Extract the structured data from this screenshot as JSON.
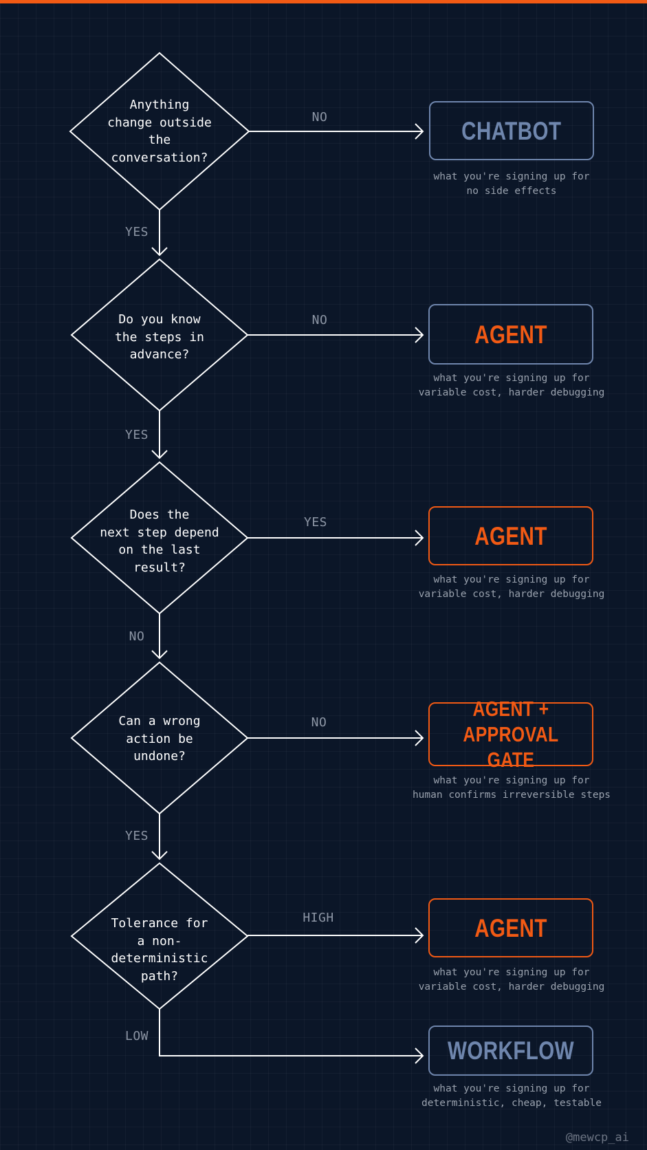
{
  "colors": {
    "background": "#0b1628",
    "accent": "#f25a14",
    "muted_box": "#6f86ad",
    "line": "#ffffff"
  },
  "questions": [
    "Anything\nchange outside\nthe\nconversation?",
    "Do you know\nthe steps in\nadvance?",
    "Does the\nnext step depend\non the last\nresult?",
    "Can a wrong\naction be\nundone?",
    "Tolerance for\na non-deterministic\npath?"
  ],
  "branch_labels": [
    "NO",
    "NO",
    "YES",
    "NO",
    "HIGH",
    "LOW"
  ],
  "down_labels": [
    "YES",
    "YES",
    "NO",
    "YES"
  ],
  "outcomes": [
    {
      "label": "CHATBOT",
      "style": "muted",
      "caption_title": "what you're signing up for",
      "caption_detail": "no side effects"
    },
    {
      "label": "AGENT",
      "style": "accent-muted-border",
      "caption_title": "what you're signing up for",
      "caption_detail": "variable cost, harder debugging"
    },
    {
      "label": "AGENT",
      "style": "accent",
      "caption_title": "what you're signing up for",
      "caption_detail": "variable cost, harder debugging"
    },
    {
      "label": "AGENT +\nAPPROVAL GATE",
      "style": "accent",
      "caption_title": "what you're signing up for",
      "caption_detail": "human confirms irreversible steps"
    },
    {
      "label": "AGENT",
      "style": "accent",
      "caption_title": "what you're signing up for",
      "caption_detail": "variable cost, harder debugging"
    },
    {
      "label": "WORKFLOW",
      "style": "muted",
      "caption_title": "what you're signing up for",
      "caption_detail": "deterministic, cheap, testable"
    }
  ],
  "watermark": "@mewcp_ai"
}
